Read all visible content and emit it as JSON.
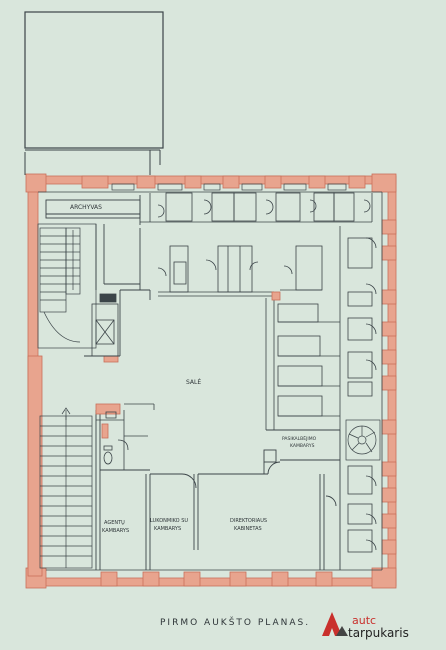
{
  "labels": {
    "archyvas": "ARCHYVAS",
    "sale": "SALĖ",
    "agent_1": "AGENTŲ",
    "agent_2": "KAMBARYS",
    "lukonmiko_1": "LUKONMIKO SU",
    "lukonmiko_2": "KAMBARYS",
    "direktoriaus_1": "DIREKTORIAUS",
    "direktoriaus_2": "KABINETAS",
    "aprasymas_1": "PASIKALBĖJIMO",
    "aprasymas_2": "KAMBARYS"
  },
  "title": "PIRMO  AUKŠTO  PLANAS.",
  "watermark": {
    "line1": "autc",
    "line2": "tarpukaris"
  },
  "colors": {
    "paper": "#d9e6dc",
    "ink": "#3b4448",
    "brick": "#e8a48e",
    "brick_edge": "#c9705a",
    "watermark_red": "#c9302c",
    "watermark_dark": "#444444"
  }
}
